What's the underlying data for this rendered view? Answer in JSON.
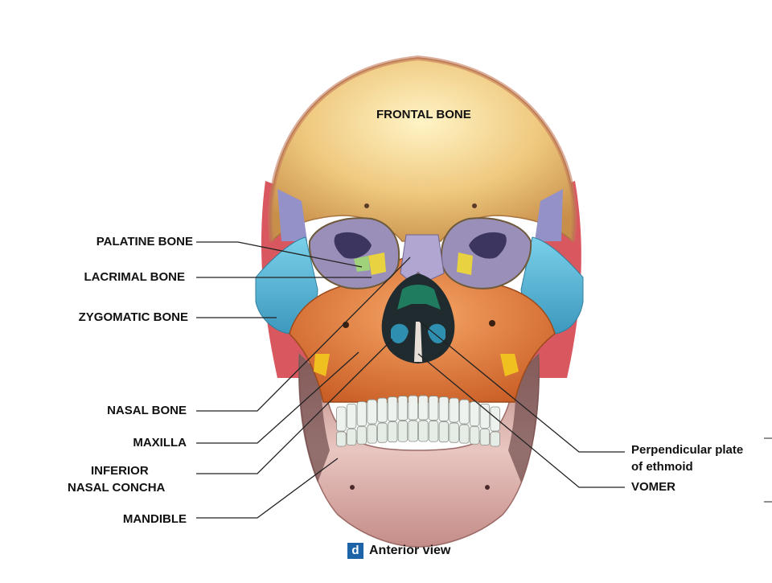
{
  "diagram": {
    "labels": {
      "frontal_bone": "FRONTAL BONE",
      "palatine_bone": "PALATINE BONE",
      "lacrimal_bone": "LACRIMAL BONE",
      "zygomatic_bone": "ZYGOMATIC BONE",
      "nasal_bone": "NASAL BONE",
      "maxilla": "MAXILLA",
      "inferior_nasal_concha_line1": "INFERIOR",
      "inferior_nasal_concha_line2": "NASAL CONCHA",
      "mandible": "MANDIBLE",
      "perpendicular_plate_line1": "Perpendicular plate",
      "perpendicular_plate_line2": "of ethmoid",
      "vomer": "VOMER"
    },
    "caption": {
      "badge": "d",
      "text": "Anterior view"
    },
    "colors": {
      "frontal": "#e8c27a",
      "parietal_temporal": "#d9646b",
      "zygomatic": "#5fb8d6",
      "maxilla": "#e8823a",
      "mandible": "#d8a9a6",
      "nasal": "#a59ac4",
      "sphenoid": "#8f8fc8",
      "lacrimal": "#e8d240",
      "ethmoid": "#1f6b55",
      "teeth": "#eef2ee",
      "caption_badge": "#1c63a8"
    }
  }
}
